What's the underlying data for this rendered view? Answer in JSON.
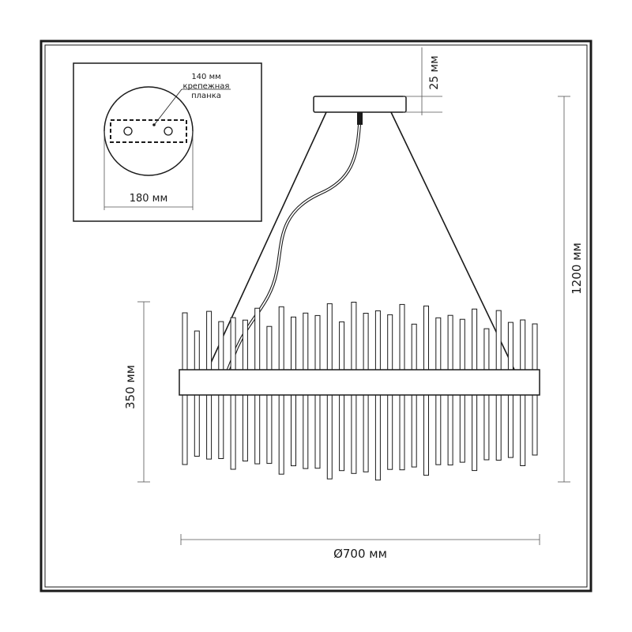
{
  "inset": {
    "mount_plate_width_label": "140 мм",
    "mount_plate_name_line1": "крепежная",
    "mount_plate_name_line2": "планка",
    "canopy_diameter_label": "180 мм"
  },
  "dimensions": {
    "canopy_height_label": "25 мм",
    "total_height_label": "1200 мм",
    "shade_height_label": "350 мм",
    "diameter_label": "Ø700 мм"
  },
  "colors": {
    "line": "#1a1a1a",
    "dim_line": "#555555"
  }
}
